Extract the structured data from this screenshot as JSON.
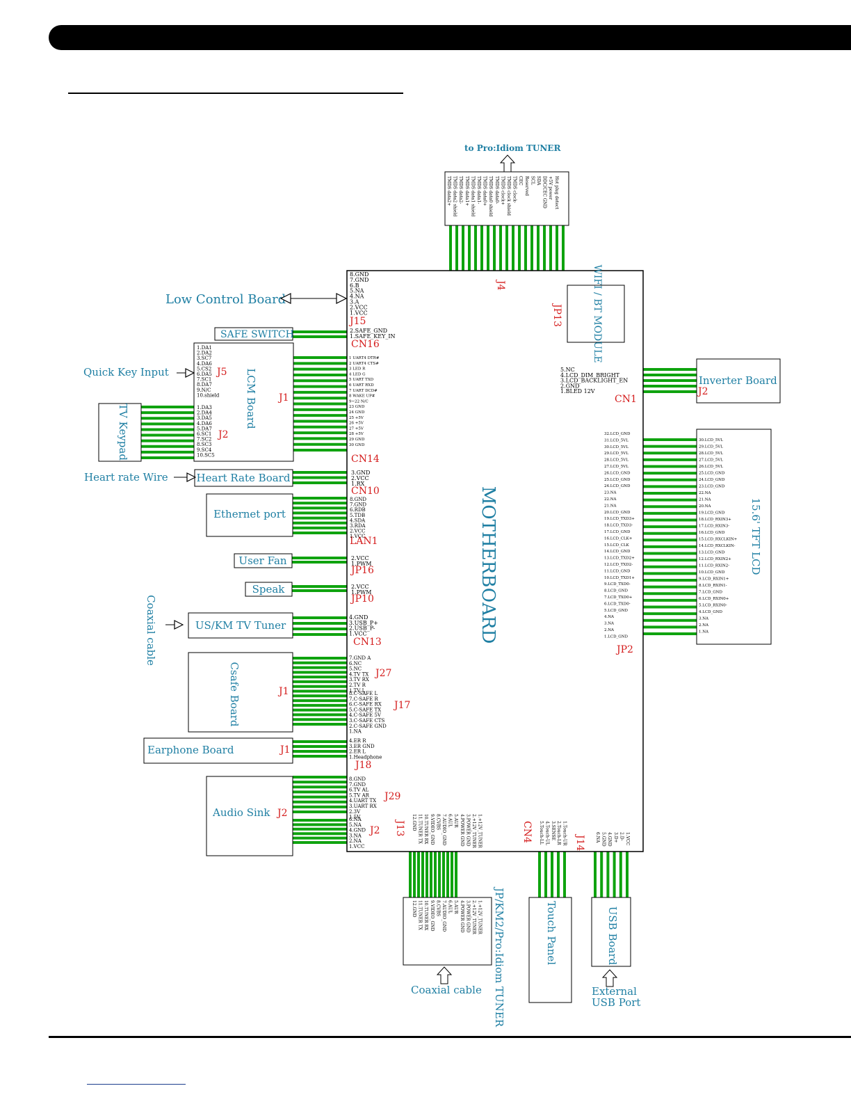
{
  "colors": {
    "teal": "#1f7fa3",
    "red": "#d41c1c",
    "green": "#0fa30f",
    "black": "#000000"
  },
  "main_board": "MOTHERBOARD",
  "left_modules": {
    "low_control": "Low Control Board",
    "safe_switch": "SAFE SWITCH",
    "quick_key": "Quick Key Input",
    "lcm_board": "LCM Board",
    "tv_keypad": "TV Keypad",
    "heart_rate_wire": "Heart rate Wire",
    "heart_rate_board": "Heart Rate Board",
    "ethernet": "Ethernet port",
    "user_fan": "User Fan",
    "speak": "Speak",
    "coaxial_cable": "Coaxial cable",
    "tv_tuner": "US/KM TV Tuner",
    "csafe_board": "Csafe Board",
    "earphone_board": "Earphone Board",
    "audio_sink": "Audio Sink"
  },
  "right_modules": {
    "wifi": "WIFI / BT MODULE",
    "inverter": "Inverter Board",
    "lcd": "15.6' TFT LCD"
  },
  "top_modules": {
    "pro_tuner": "to Pro:Idiom TUNER"
  },
  "bottom_modules": {
    "tuner": "JP/KM2/Pro:Idiom TUNER",
    "coaxial_cable": "Coaxial cable",
    "touch_panel": "Touch Panel",
    "usb_board": "USB Board",
    "external_usb_1": "External",
    "external_usb_2": "USB Port"
  },
  "connectors": {
    "J15": "J15",
    "CN16": "CN16",
    "CN14": "CN14",
    "CN10": "CN10",
    "LAN1": "LAN1",
    "JP16": "JP16",
    "JP10": "JP10",
    "CN13": "CN13",
    "J27": "J27",
    "J17": "J17",
    "J18": "J18",
    "J29": "J29",
    "J2": "J2",
    "J13": "J13",
    "CN4": "CN4",
    "J14": "J14",
    "J4": "J4",
    "JP13": "JP13",
    "CN1": "CN1",
    "JP2": "JP2",
    "lcm_J5": "J5",
    "lcm_J1": "J1",
    "lcm_J2": "J2",
    "csafe_J1": "J1",
    "earphone_J1": "J1",
    "audio_J2": "J2",
    "inverter_J2": "J2"
  },
  "pins": {
    "j15": [
      "8.GND",
      "7.GND",
      "6.B",
      "5.NA",
      "4.NA",
      "3.A",
      "2.VCC",
      "1.VCC"
    ],
    "cn16": [
      "2.SAFE_GND",
      "1.SAFE_KEY_IN"
    ],
    "cn14": [
      "1 UART4 DTR#",
      "2 UART4 CTS#",
      "3 LED R",
      "4 LED G",
      "5 UART TXD",
      "6 UART RXD",
      "7 UART DCD#",
      "8 WAKE UP#",
      "9~22 N/C",
      "23 GND",
      "24 GND",
      "25 +5V",
      "26 +5V",
      "27 +5V",
      "28 +5V",
      "29 GND",
      "30 GND"
    ],
    "cn10": [
      "3.GND",
      "2.VCC",
      "1.RX"
    ],
    "lan1": [
      "8.GND",
      "7.GND",
      "6.RDB",
      "5.TDB",
      "4.SDA",
      "3.RDA",
      "2.VCC",
      "1.VCC"
    ],
    "jp16": [
      "2.VCC",
      "1.PWM"
    ],
    "jp10": [
      "2.VCC",
      "1.PWM"
    ],
    "cn13": [
      "4.GND",
      "3.USB_P+",
      "2.USB_P-",
      "1.VCC"
    ],
    "j27": [
      "7.GND A",
      "6.NC",
      "5.NC",
      "4.TV TX",
      "3.TV RX",
      "2.TV R",
      "1.TV L"
    ],
    "j17": [
      "8.C-SAFE L",
      "7.C-SAFE R",
      "6.C-SAFE RX",
      "5.C-SAFE TX",
      "4.C-SAFE 5V",
      "3.C-SAFE CTS",
      "2.C-SAFE GND",
      "1.NA"
    ],
    "j18": [
      "4.ER R",
      "3.ER GND",
      "2.ER L",
      "1.Headphone"
    ],
    "j29": [
      "8.GND",
      "7.GND",
      "6.TV AL",
      "5.TV AR",
      "4.UART TX",
      "3.UART RX",
      "2.3V",
      "1.5V"
    ],
    "j2": [
      "6.NA",
      "5.NA",
      "4.GND",
      "3.NA",
      "2.NA",
      "1.VCC"
    ],
    "lcm_j5": [
      "1.DA1",
      "2.DA2",
      "3.SC7",
      "4.DA6",
      "5.CS2",
      "6.DA5",
      "7.SC1",
      "8.DA7",
      "9.N/C",
      "10.shield"
    ],
    "lcm_j2": [
      "1.DA3",
      "2.DA4",
      "3.DA5",
      "4.DA6",
      "5.DA7",
      "6.SC1",
      "7.SC2",
      "8.SC3",
      "9.SC4",
      "10.SC5"
    ],
    "cn1": [
      "5.NC",
      "4.LCD_DIM_BRIGHT",
      "3.LCD_BACKLIGHT_EN",
      "2.GND",
      "1.BLED 12V"
    ],
    "jp2": [
      "32.LCD_GND",
      "31.LCD_5VL",
      "30.LCD_5VL",
      "29.LCD_5VL",
      "28.LCD_5VL",
      "27.LCD_5VL",
      "26.LCD_GND",
      "25.LCD_GND",
      "24.LCD_GND",
      "23.NA",
      "22.NA",
      "21.NA",
      "20.LCD_GND",
      "19.LCD_TXD3+",
      "18.LCD_TXD3-",
      "17.LCD_GND",
      "16.LCD_CLK+",
      "15.LCD_CLK",
      "14.LCD_GND",
      "13.LCD_TXD2+",
      "12.LCD_TXD2-",
      "11.LCD_GND",
      "10.LCD_TXD1+",
      "9.LCD_TXD0-",
      "8.LCD_GND",
      "7.LCD_TXD0+",
      "6.LCD_TXD0-",
      "5.LCD_GND",
      "4.NA",
      "3.NA",
      "2.NA",
      "1.LCD_GND"
    ],
    "lcd": [
      "30.LCD_5VL",
      "29.LCD_5VL",
      "28.LCD_5VL",
      "27.LCD_5VL",
      "26.LCD_5VL",
      "25.LCD_GND",
      "24.LCD_GND",
      "23.LCD_GND",
      "22.NA",
      "21.NA",
      "20.NA",
      "19.LCD_GND",
      "18.LCD_RXIN3+",
      "17.LCD_RXIN3-",
      "16.LCD_GND",
      "15.LCD_RXCLKIN+",
      "14.LCD_RXCLKIN-",
      "13.LCD_GND",
      "12.LCD_RXIN2+",
      "11.LCD_RXIN2-",
      "10.LCD_GND",
      "9.LCD_RXIN1+",
      "8.LCD_RXIN1-",
      "7.LCD_GND",
      "6.LCD_RXIN0+",
      "5.LCD_RXIN0-",
      "4.LCD_GND",
      "3.NA",
      "2.NA",
      "1.NA"
    ],
    "j4": [
      "TMDS data2+",
      "TMDS data2 shield",
      "TMDS data2-",
      "TMDS data1+",
      "TMDS data1 shield",
      "TMDS data1-",
      "TMDS data0+",
      "TMDS data0 shield",
      "TMDS data0-",
      "TMDS clock+",
      "TMDS clock shield",
      "TMDS clock-",
      "CEC",
      "Reserved",
      "SCL",
      "SDA",
      "DDC/CEC GND",
      "+5V power",
      "Hot plug detect"
    ],
    "j13": [
      "12.GND",
      "11.TUNER TX",
      "10.TUNER RX",
      "9.VIDEO_GND",
      "8.CVBS",
      "7.AUDIO_GND",
      "6.AUL",
      "5.AUR",
      "4.POWER GND",
      "3.POWER GND",
      "2.+12V_TUNER",
      "1.+12V_TUNER"
    ],
    "cn4": [
      "5.Touch-LL",
      "4.Touch-UL",
      "3.SENSE",
      "2.Touch-LR",
      "1.Touch-UR"
    ],
    "j14": [
      "6.NA",
      "5.GND",
      "4.GND",
      "3.D+",
      "2.D-",
      "1.VCC"
    ]
  }
}
